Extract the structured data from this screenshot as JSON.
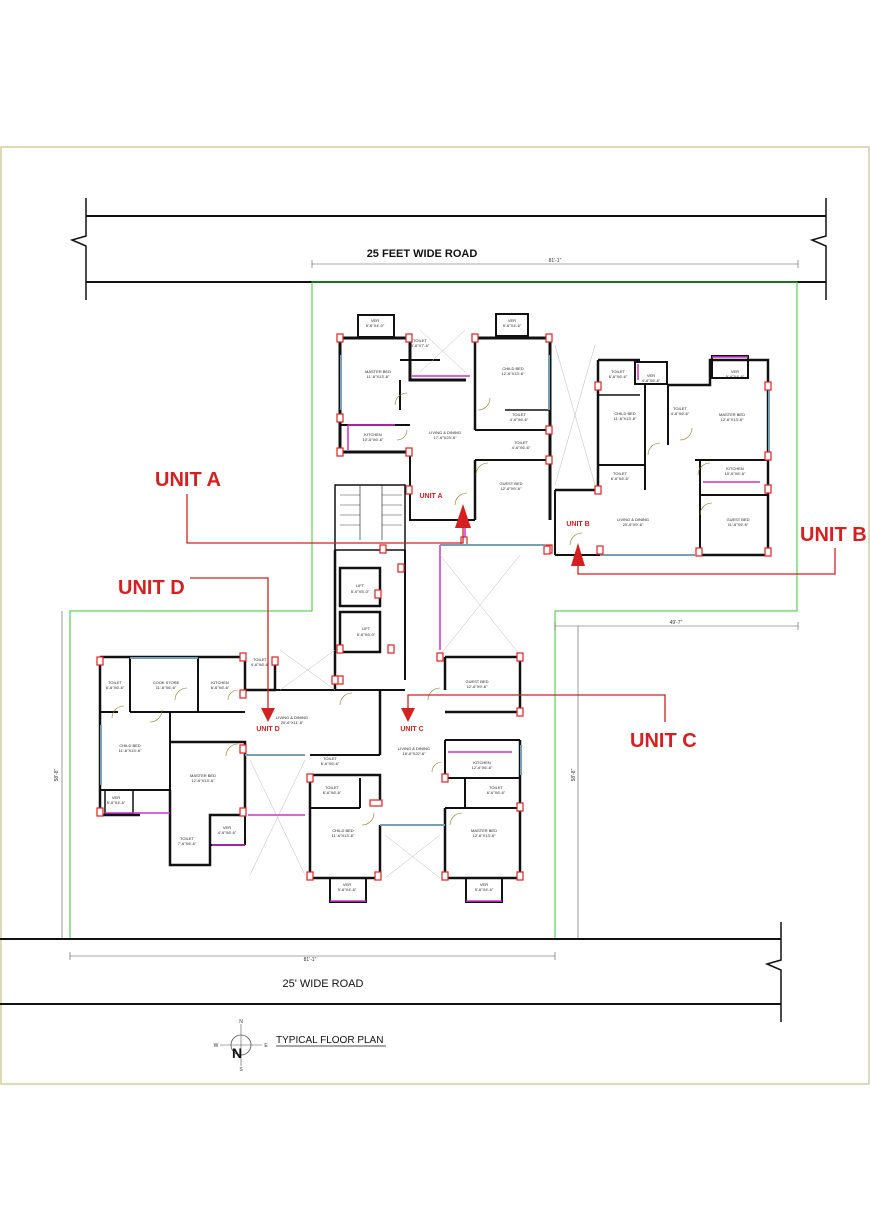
{
  "title": "TYPICAL FLOOR PLAN",
  "roads": {
    "top": "25 FEET WIDE ROAD",
    "bottom": "25' WIDE ROAD"
  },
  "dimensions": {
    "top": "81'-1\"",
    "right": "49'-7\"",
    "bottom": "81'-1\"",
    "left": "58'-8\"",
    "mid": "58'-8\""
  },
  "callouts": {
    "unit_a": "UNIT A",
    "unit_b": "UNIT B",
    "unit_c": "UNIT C",
    "unit_d": "UNIT D"
  },
  "compass": {
    "n": "N",
    "s": "S",
    "e": "E",
    "w": "W"
  },
  "rooms": {
    "unit_a": {
      "ver_top": "VER",
      "ver_top_dim": "5'-6\"X4'-0\"",
      "toilet": "TOILET",
      "toilet_dim": "5'-6\"X7'-6\"",
      "master_bed": "MASTER BED",
      "master_bed_dim": "11'-6\"X13'-6\"",
      "kitchen": "KITCHEN",
      "kitchen_dim": "10'-6\"X6'-6\"",
      "living": "LIVING & DINING",
      "living_dim": "17'-6\"X23'-6\"",
      "ver_child": "VER",
      "ver_child_dim": "5'-6\"X4'-6\"",
      "child_bed": "CHILD BED",
      "child_bed_dim": "12'-6\"X13'-6\"",
      "toilet2": "TOILET",
      "toilet2_dim": "4'-6\"X6'-6\"",
      "toilet3": "TOILET",
      "toilet3_dim": "4'-6\"X6'-6\"",
      "guest_bed": "GUEST BED",
      "guest_bed_dim": "12'-6\"X9'-6\"",
      "unit": "UNIT A"
    },
    "unit_b": {
      "toilet": "TOILET",
      "toilet_dim": "6'-6\"X6'-6\"",
      "ver1": "VER",
      "ver1_dim": "4'-6\"X6'-6\"",
      "ver2": "VER",
      "ver2_dim": "5'-6\"X4'-6\"",
      "child_bed": "CHILD BED",
      "child_bed_dim": "11'-6\"X13'-6\"",
      "toilet2": "TOILET",
      "toilet2_dim": "4'-6\"X6'-6\"",
      "master_bed": "MASTER BED",
      "master_bed_dim": "12'-6\"X13'-6\"",
      "toilet3": "TOILET",
      "toilet3_dim": "6'-6\"X6'-6\"",
      "kitchen": "KITCHEN",
      "kitchen_dim": "10'-6\"X6'-6\"",
      "living": "LIVING & DINING",
      "living_dim": "20'-6\"X9'-6\"",
      "guest_bed": "GUEST BED",
      "guest_bed_dim": "11'-6\"X9'-6\"",
      "unit": "UNIT B"
    },
    "core": {
      "lift1": "LIFT",
      "lift1_dim": "5'-0\"X5'-0\"",
      "lift2": "LIFT",
      "lift2_dim": "5'-6\"X6'-0\""
    },
    "unit_c": {
      "guest_bed": "GUEST BED",
      "guest_bed_dim": "12'-6\"X9'-6\"",
      "living": "LIVING & DINING",
      "living_dim": "16'-6\"X22'-6\"",
      "kitchen": "KITCHEN",
      "kitchen_dim": "12'-6\"X6'-6\"",
      "toilet1": "TOILET",
      "toilet1_dim": "6'-6\"X6'-6\"",
      "toilet2": "TOILET",
      "toilet2_dim": "6'-6\"X6'-6\"",
      "toilet3": "TOILET",
      "toilet3_dim": "6'-6\"X6'-6\"",
      "child_bed": "CHILD BED",
      "child_bed_dim": "11'-6\"X13'-6\"",
      "master_bed": "MASTER BED",
      "master_bed_dim": "12'-6\"X13'-6\"",
      "ver1": "VER",
      "ver1_dim": "5'-6\"X4'-6\"",
      "ver2": "VER",
      "ver2_dim": "5'-6\"X4'-6\"",
      "unit": "UNIT C"
    },
    "unit_d": {
      "toilet": "TOILET",
      "toilet_dim": "6'-6\"X6'-6\"",
      "cook_store": "COOK STORE",
      "cook_store_dim": "11'-6\"X6'-6\"",
      "kitchen": "KITCHEN",
      "kitchen_dim": "8'-6\"X6'-6\"",
      "toilet2": "TOILET",
      "toilet2_dim": "4'-6\"X6'-6\"",
      "living": "LIVING & DINING",
      "living_dim": "20'-6\"X11'-6\"",
      "child_bed": "CHILD BED",
      "child_bed_dim": "11'-6\"X13'-6\"",
      "master_bed": "MASTER BED",
      "master_bed_dim": "12'-6\"X13'-6\"",
      "ver1": "VER",
      "ver1_dim": "5'-6\"X4'-6\"",
      "toilet3": "TOILET",
      "toilet3_dim": "7'-6\"X6'-6\"",
      "ver2": "VER",
      "ver2_dim": "4'-6\"X6'-6\"",
      "unit": "UNIT D"
    }
  },
  "colors": {
    "wall": "#111111",
    "column": "#e02020",
    "callout": "#d42020",
    "window": "#7a9fb5",
    "ver_rail": "#cc33cc",
    "boundary": "#33cc33",
    "sheet_border": "#c8c28a"
  }
}
